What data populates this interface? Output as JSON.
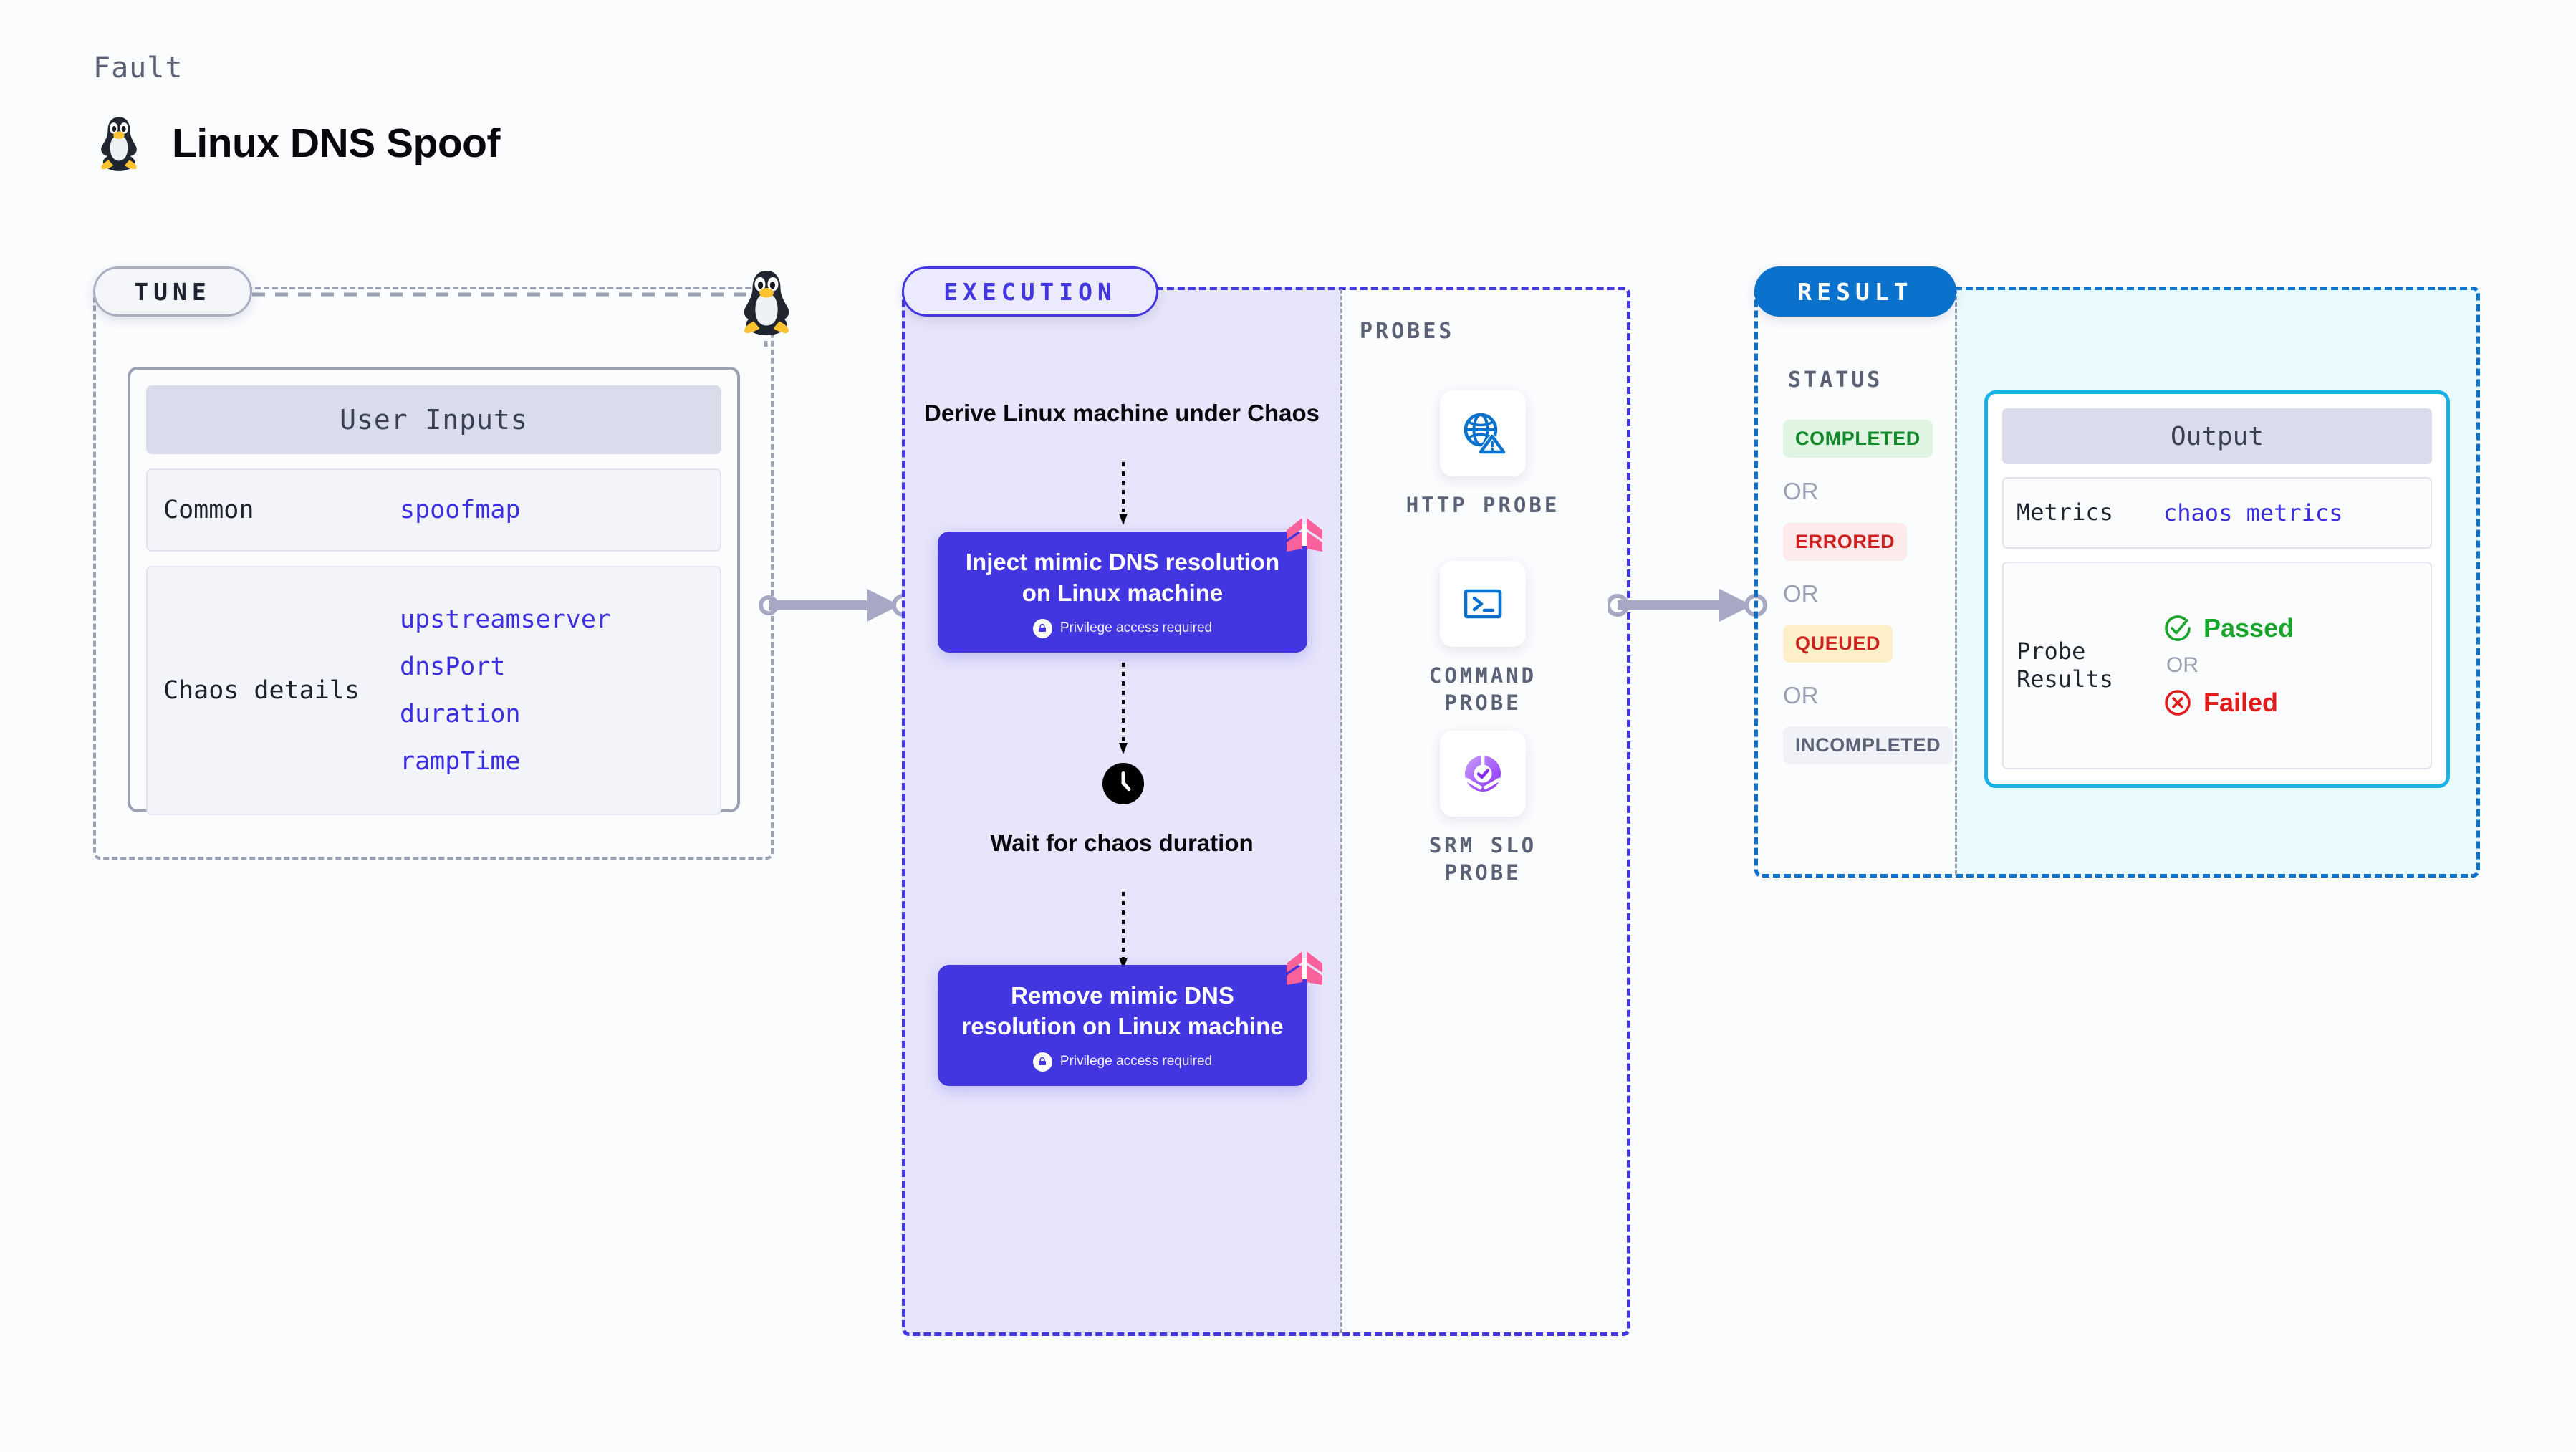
{
  "header": {
    "kicker": "Fault",
    "title": "Linux DNS Spoof",
    "icon": "linux-penguin-icon"
  },
  "stages": {
    "tune_label": "TUNE",
    "execution_label": "EXECUTION",
    "result_label": "RESULT",
    "probes_label": "PROBES",
    "status_label": "STATUS"
  },
  "tune": {
    "card_title": "User Inputs",
    "rows": [
      {
        "key": "Common",
        "values": [
          "spoofmap"
        ]
      },
      {
        "key": "Chaos details",
        "values": [
          "upstreamserver",
          "dnsPort",
          "duration",
          "rampTime"
        ]
      }
    ]
  },
  "execution": {
    "step1_label": "Derive Linux machine under Chaos",
    "node1_title": "Inject mimic DNS resolution on Linux machine",
    "node1_sub": "Privilege access required",
    "wait_label": "Wait for chaos duration",
    "node2_title": "Remove mimic DNS resolution on Linux machine",
    "node2_sub": "Privilege access required",
    "node_color": "#4236e0",
    "badge_color": "#f9619a"
  },
  "probes": [
    {
      "name": "http-probe",
      "label": "HTTP PROBE",
      "icon": "globe-warning-icon",
      "color": "#0a72cc"
    },
    {
      "name": "command-probe",
      "label": "COMMAND PROBE",
      "icon": "terminal-prompt-icon",
      "color": "#0a72cc"
    },
    {
      "name": "srm-slo-probe",
      "label": "SRM SLO PROBE",
      "icon": "slo-donut-check-icon",
      "color": "#9a4dff"
    }
  ],
  "result": {
    "statuses": [
      {
        "label": "COMPLETED",
        "bg": "#dff5e1",
        "fg": "#11892a"
      },
      {
        "label": "ERRORED",
        "bg": "#fdeaea",
        "fg": "#cf2020"
      },
      {
        "label": "QUEUED",
        "bg": "#fdf0c9",
        "fg": "#cf2020"
      },
      {
        "label": "INCOMPLETED",
        "bg": "#f1f2f7",
        "fg": "#5b6275"
      }
    ],
    "or_label": "OR",
    "output": {
      "card_title": "Output",
      "metrics_key": "Metrics",
      "metrics_value": "chaos metrics",
      "probe_results_key": "Probe Results",
      "passed_label": "Passed",
      "failed_label": "Failed",
      "or_label": "OR"
    }
  },
  "colors": {
    "background": "#fbfcfe",
    "tune_border": "#9aa1b3",
    "execution_border": "#4236e0",
    "execution_fill": "#e7e5fb",
    "result_border": "#0a72cc",
    "result_fill": "#e9fbfe",
    "output_border": "#19b2e8",
    "value_text": "#3b2fe0",
    "connector": "#a6a8c4"
  }
}
